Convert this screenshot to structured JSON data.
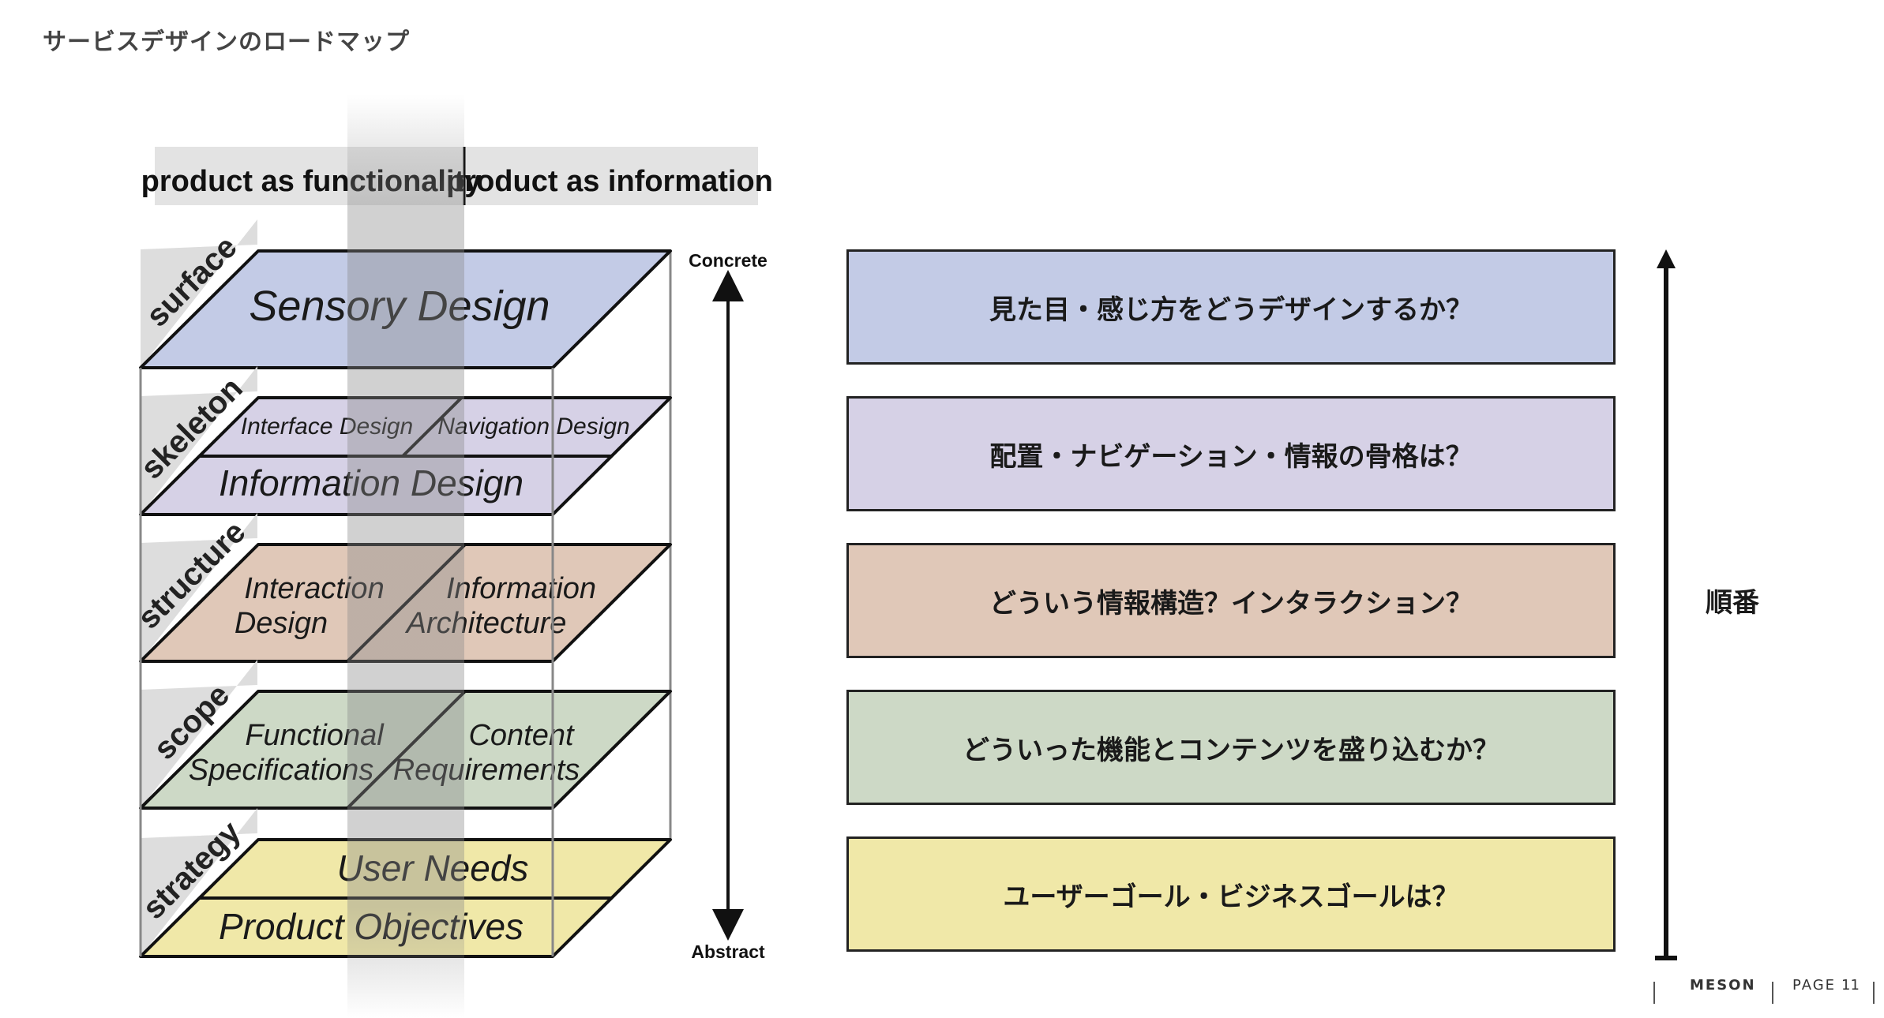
{
  "page": {
    "title": "サービスデザインのロードマップ"
  },
  "diagram": {
    "header": {
      "left": "product as functionality",
      "right": "product as information"
    },
    "axis": {
      "top": "Concrete",
      "bottom": "Abstract"
    },
    "planes": [
      {
        "id": "surface",
        "label": "surface",
        "color": "#c3cbe6",
        "texts": [
          "Sensory Design"
        ]
      },
      {
        "id": "skeleton",
        "label": "skeleton",
        "color": "#d6d1e6",
        "texts": [
          "Interface Design",
          "Navigation Design",
          "Information Design"
        ]
      },
      {
        "id": "structure",
        "label": "structure",
        "color": "#e0c8b8",
        "texts": [
          "Interaction",
          "Design",
          "Information",
          "Architecture"
        ]
      },
      {
        "id": "scope",
        "label": "scope",
        "color": "#cdd9c6",
        "texts": [
          "Functional",
          "Specifications",
          "Content",
          "Requirements"
        ]
      },
      {
        "id": "strategy",
        "label": "strategy",
        "color": "#f0e8a8",
        "texts": [
          "User Needs",
          "Product Objectives"
        ]
      }
    ]
  },
  "questions": [
    {
      "text": "見た目・感じ方をどうデザインするか？",
      "color": "#c3cbe6"
    },
    {
      "text": "配置・ナビゲーション・情報の骨格は？",
      "color": "#d6d1e6"
    },
    {
      "text": "どういう情報構造？インタラクション？",
      "color": "#e0c8b8"
    },
    {
      "text": "どういった機能とコンテンツを盛り込むか？",
      "color": "#cdd9c6"
    },
    {
      "text": "ユーザーゴール・ビジネスゴールは？",
      "color": "#f0e8a8"
    }
  ],
  "order_label": "順番",
  "footer": {
    "brand": "MESON",
    "page_label": "PAGE",
    "page_number": "11"
  }
}
